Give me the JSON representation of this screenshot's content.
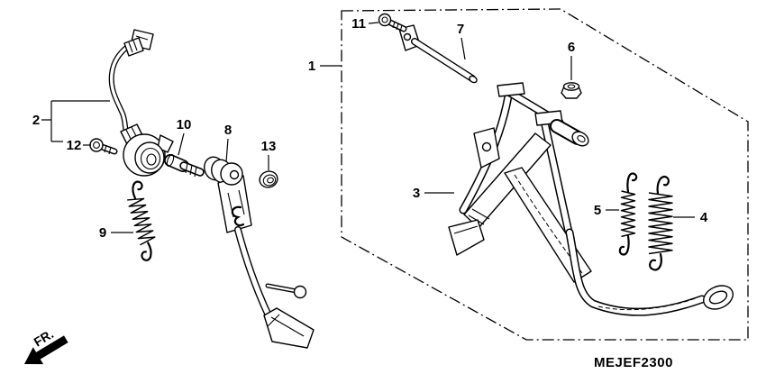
{
  "diagram": {
    "code": "MEJEF2300",
    "front_label": "FR.",
    "colors": {
      "line": "#000000",
      "background": "#ffffff"
    },
    "callouts": {
      "c1": "1",
      "c2": "2",
      "c3": "3",
      "c4": "4",
      "c5": "5",
      "c6": "6",
      "c7": "7",
      "c8": "8",
      "c9": "9",
      "c10": "10",
      "c11": "11",
      "c12": "12",
      "c13": "13"
    }
  }
}
